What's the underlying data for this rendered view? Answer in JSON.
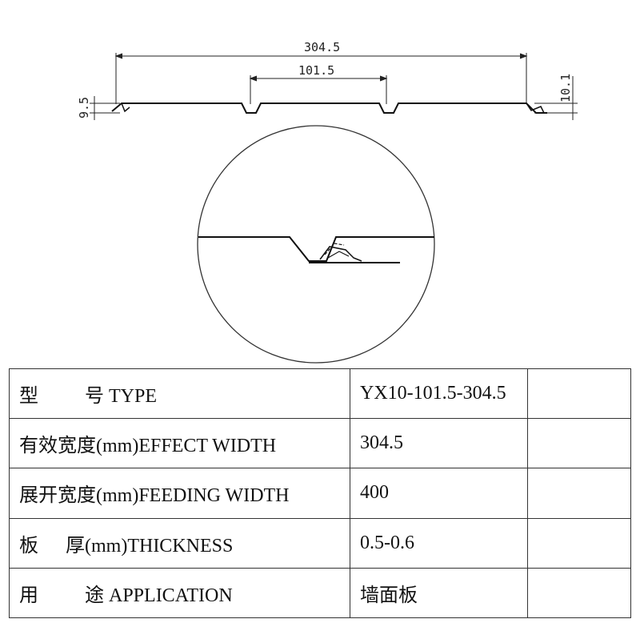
{
  "dimensions": {
    "overall_width": "304.5",
    "pitch": "101.5",
    "left_height": "9.5",
    "right_height": "10.1"
  },
  "spec_table": {
    "rows": [
      {
        "label_cn": "型",
        "label_cn2": "号",
        "label_en": "TYPE",
        "value": "YX10-101.5-304.5"
      },
      {
        "label_cn": "有效宽度",
        "label_cn2": "",
        "label_en": "(mm)EFFECT WIDTH",
        "value": "304.5"
      },
      {
        "label_cn": "展开宽度",
        "label_cn2": "",
        "label_en": "(mm)FEEDING WIDTH",
        "value": "400"
      },
      {
        "label_cn": "板",
        "label_cn2": "厚",
        "label_en": "(mm)THICKNESS",
        "value": "0.5-0.6"
      },
      {
        "label_cn": "用",
        "label_cn2": "途",
        "label_en": "APPLICATION",
        "value": "墙面板"
      }
    ]
  }
}
